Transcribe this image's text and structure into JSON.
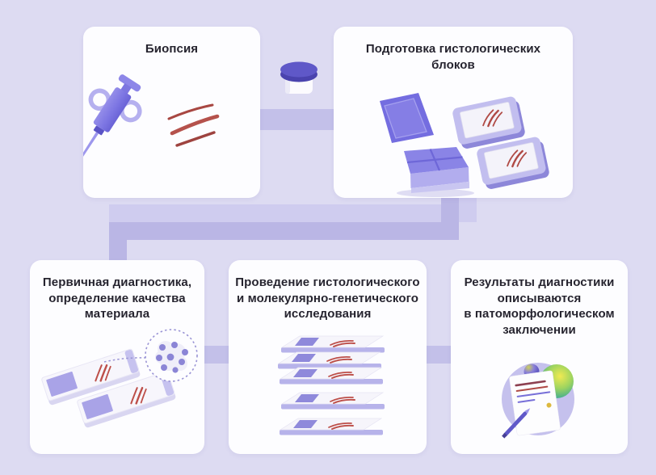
{
  "figure": {
    "type": "process-flowchart",
    "language": "ru",
    "subject": "histology diagnostics workflow",
    "step_count": 5
  },
  "cards": {
    "biopsy": {
      "title": "Биопсия"
    },
    "blocks": {
      "title": "Подготовка гистологических\nблоков"
    },
    "primary": {
      "title": "Первичная диагностика,\nопределение качества\nматериала"
    },
    "research": {
      "title": "Проведение гистологического\nи молекулярно-генетического\nисследования"
    },
    "results": {
      "title": "Результаты диагностики\nописываются\nв патоморфологическом\nзаключении"
    }
  },
  "icons": {
    "biopsy-needle-icon": "biopsy needle with finger rings",
    "tissue-samples-icon": "three red tissue strips",
    "specimen-jar-icon": "specimen container with purple lid",
    "histology-cassette-icon": "open embedding cassette box",
    "paraffin-blocks-icon": "two paraffin blocks with tissue",
    "microscope-slides-icon": "two glass slides with samples",
    "cells-magnifier-icon": "magnified cells in dotted circle",
    "slide-stack-icon": "five stacked glass slides",
    "pathology-report-icon": "report sheet with pen and stained spheres"
  },
  "colors": {
    "background": "#dddbf2",
    "card": "#fdfdff",
    "title_text": "#26242f",
    "connector_light": "#cfccef",
    "connector_dark": "#bab6e5",
    "connector_stub": "#c3c0e9",
    "purple_primary": "#7b74e2",
    "purple_soft": "#b7b3ea",
    "label_purple": "#a9a3e7",
    "tissue_red": "#b04a45",
    "jar_lid": "#5f58c8",
    "sphere_green": "#3aa89b",
    "sphere_yellow": "#f0ea52"
  }
}
